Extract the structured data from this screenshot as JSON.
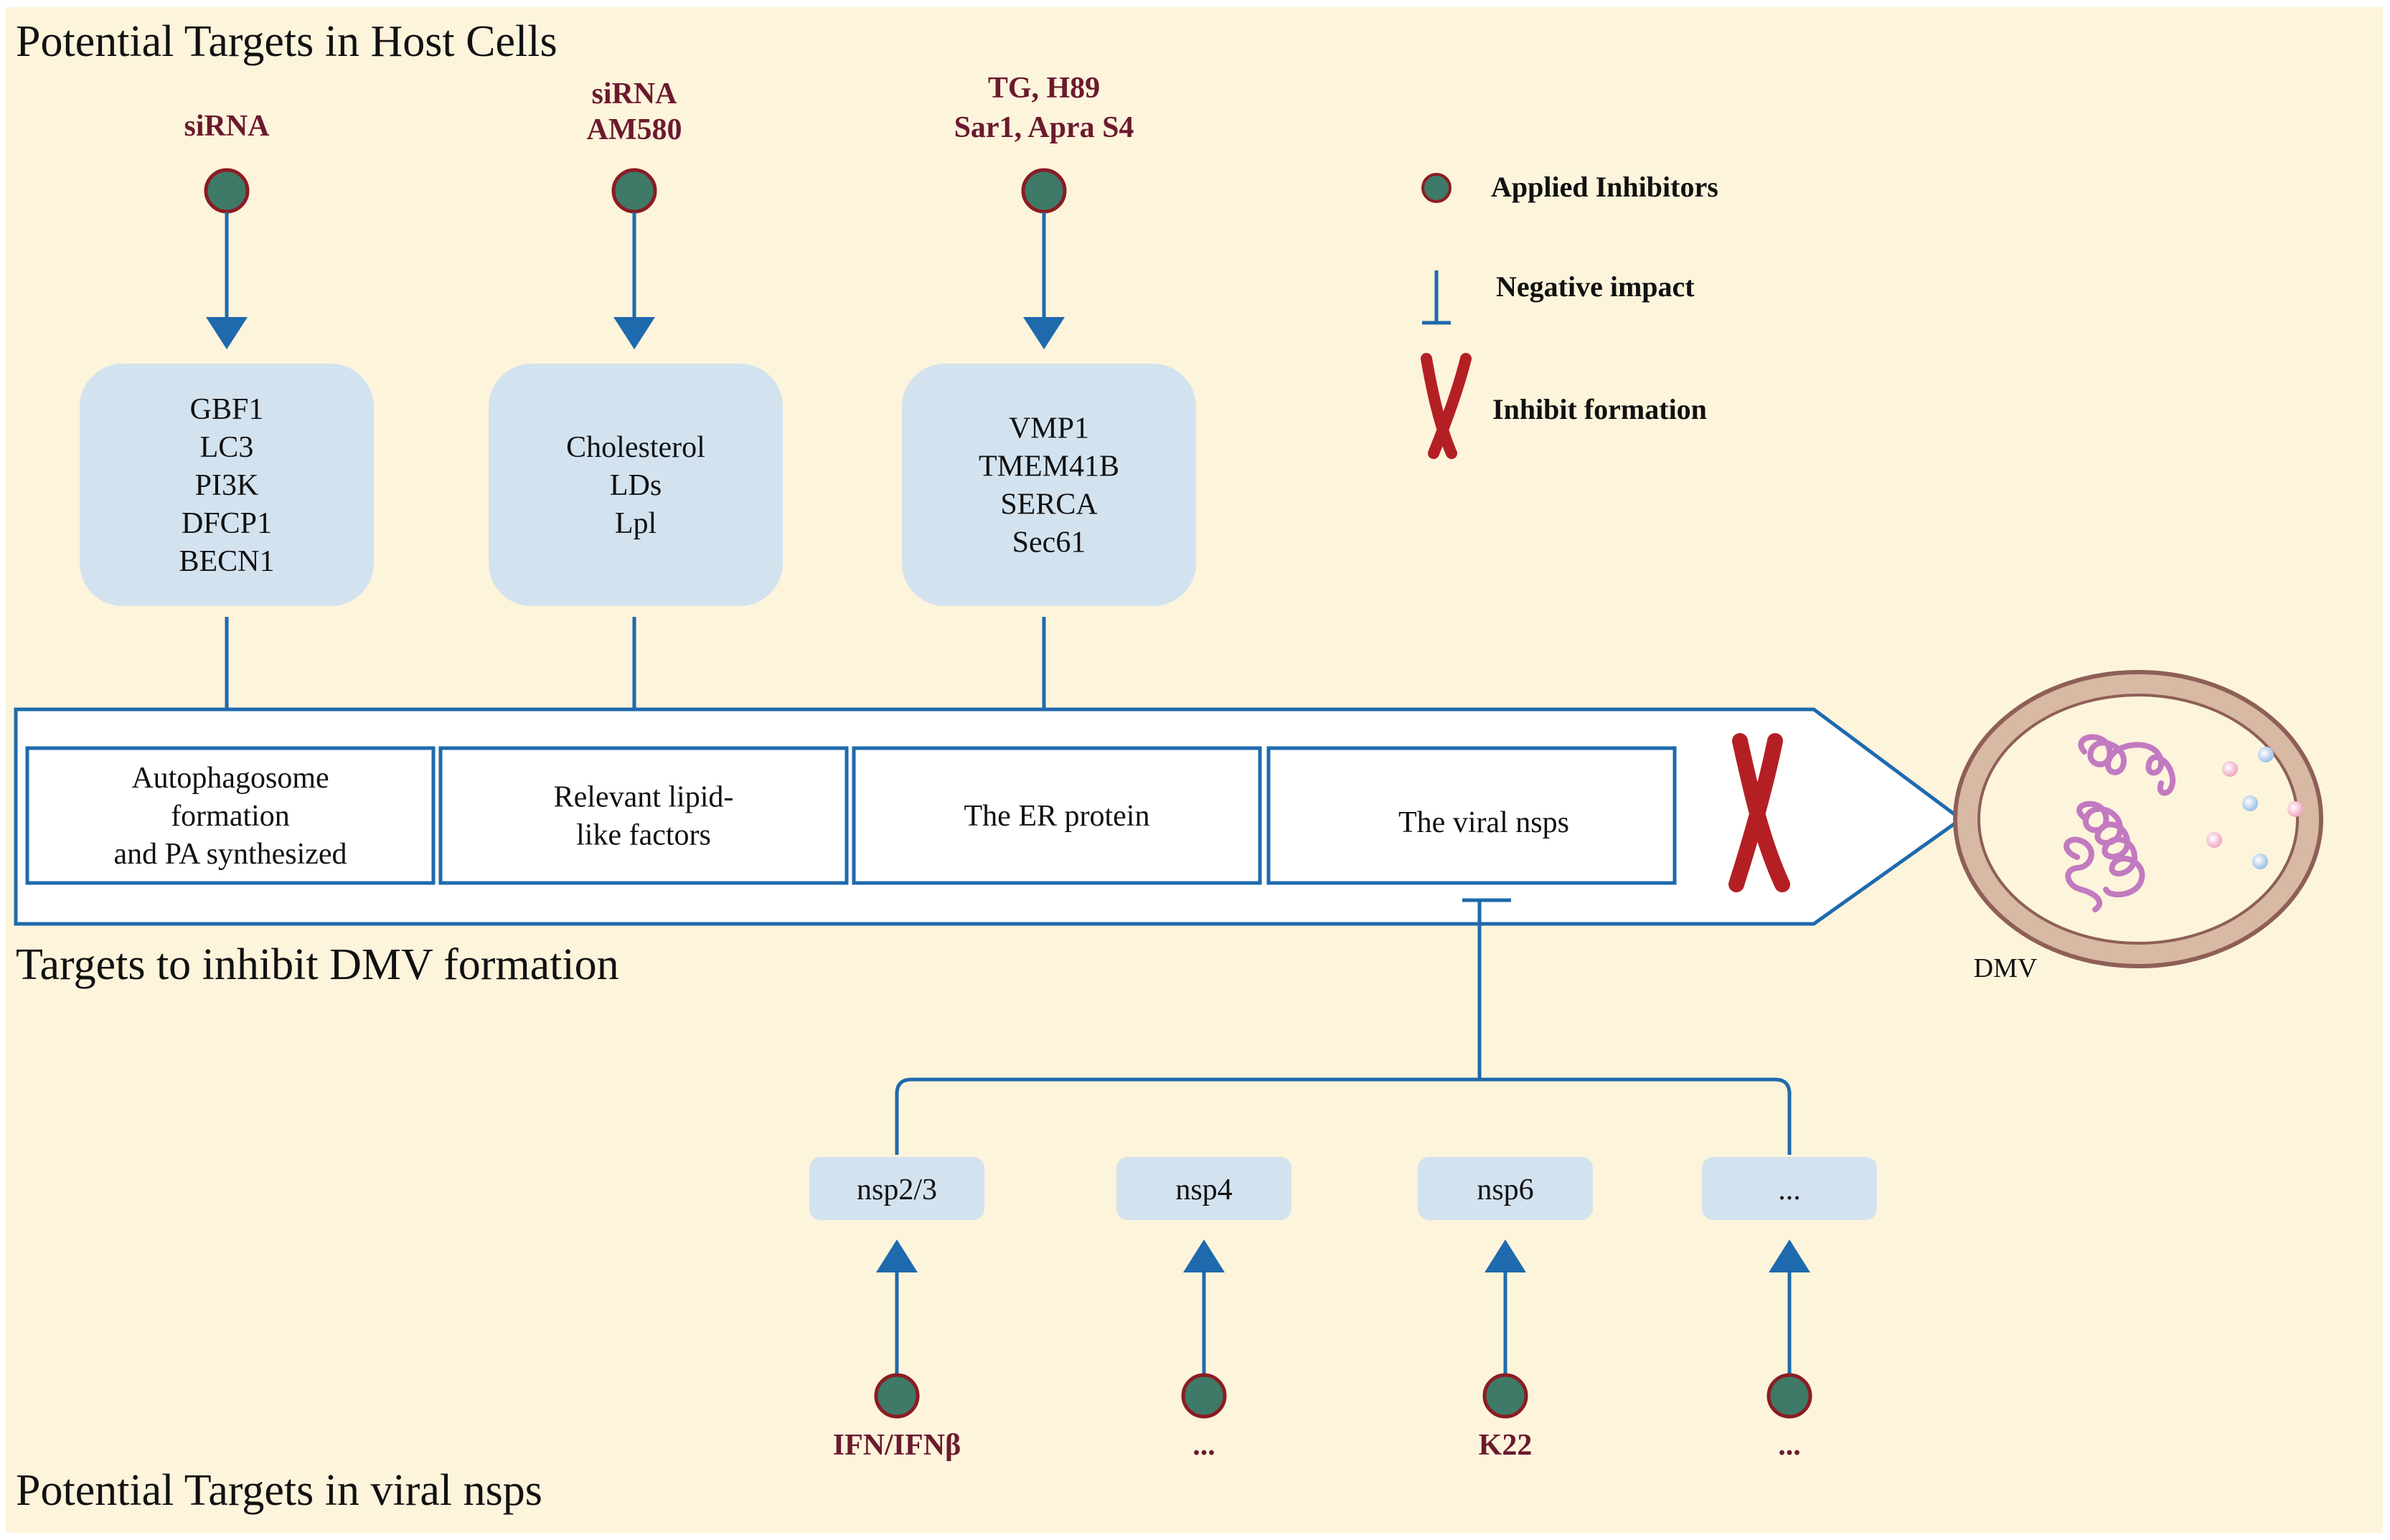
{
  "colors": {
    "background": "#fdf4dc",
    "line": "#1e6aad",
    "box_fill": "#d3e2ef",
    "inhibitor_fill": "#3e7a67",
    "inhibitor_stroke": "#8b1c24",
    "cross": "#b41f24",
    "label": "#6b1a2e"
  },
  "sections": {
    "host_title": "Potential Targets in Host Cells",
    "dmv_title": "Targets to inhibit DMV formation",
    "viral_title": "Potential Targets in viral nsps"
  },
  "host_targets": [
    {
      "inhibitor_lines": [
        "siRNA"
      ],
      "proteins": [
        "GBF1",
        "LC3",
        "PI3K",
        "DFCP1",
        "BECN1"
      ],
      "process_lines": [
        "Autophagosome",
        "formation",
        "and PA synthesized"
      ]
    },
    {
      "inhibitor_lines": [
        "siRNA",
        "AM580"
      ],
      "proteins": [
        "Cholesterol",
        "LDs",
        "Lpl"
      ],
      "process_lines": [
        "Relevant lipid-",
        "like factors"
      ]
    },
    {
      "inhibitor_lines": [
        "TG, H89",
        "Sar1, Apra S4"
      ],
      "proteins": [
        "VMP1",
        "TMEM41B",
        "SERCA",
        "Sec61"
      ],
      "process_lines": [
        "The ER protein"
      ]
    }
  ],
  "viral_process": [
    "The viral nsps"
  ],
  "viral_targets": [
    {
      "nsp": "nsp2/3",
      "inhibitor": "IFN/IFNβ"
    },
    {
      "nsp": "nsp4",
      "inhibitor": "..."
    },
    {
      "nsp": "nsp6",
      "inhibitor": "K22"
    },
    {
      "nsp": "...",
      "inhibitor": "..."
    }
  ],
  "legend": {
    "applied": "Applied Inhibitors",
    "negative": "Negative impact",
    "inhibit": "Inhibit formation"
  },
  "dmv_label": "DMV"
}
